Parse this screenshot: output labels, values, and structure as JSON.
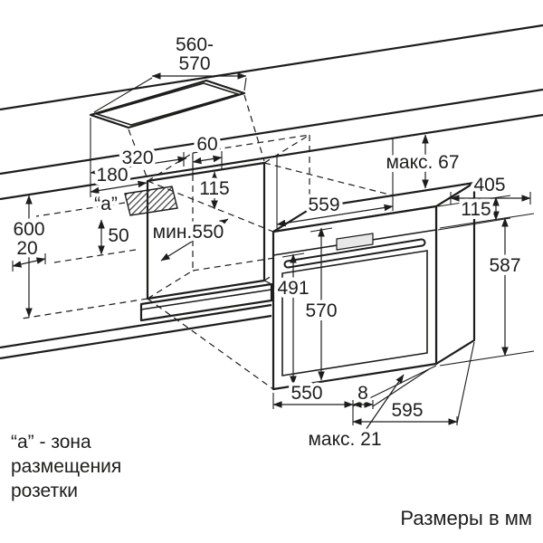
{
  "diagram": {
    "labels": {
      "cutout_width_l1": "560-",
      "cutout_width_l2": "570",
      "dim_60": "60",
      "dim_115_niche": "115",
      "dim_320": "320",
      "dim_180": "180",
      "zone_a": "“a”",
      "dim_min_550": "мин.550",
      "dim_600": "600",
      "dim_20": "20",
      "dim_50": "50",
      "dim_559": "559",
      "dim_max_67": "макс. 67",
      "dim_405": "405",
      "dim_115_right": "115",
      "dim_587": "587",
      "dim_491": "491",
      "dim_570": "570",
      "dim_550": "550",
      "dim_8": "8",
      "dim_595": "595",
      "dim_max_21": "макс. 21"
    },
    "notes": {
      "socket_l1": "“a” - зона",
      "socket_l2": "размещения",
      "socket_l3": "розетки",
      "units": "Размеры в мм"
    },
    "colors": {
      "line": "#1d1d1b",
      "background": "#ffffff"
    }
  }
}
